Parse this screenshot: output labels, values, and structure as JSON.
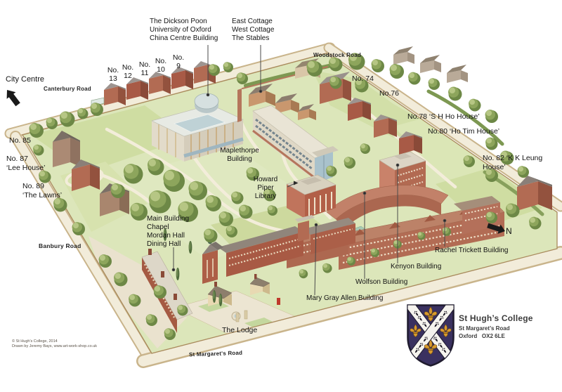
{
  "compass": {
    "city_centre_label": "City Centre",
    "north_label": "N"
  },
  "roads": {
    "canterbury": "Canterbury Road",
    "woodstock": "Woodstock Road",
    "banbury": "Banbury Road",
    "st_margarets": "St Margaret's Road"
  },
  "buildings": {
    "china_centre": "The Dickson Poon\nUniversity of Oxford\nChina Centre Building",
    "cottages": "East Cottage\nWest Cottage\nThe Stables",
    "maplethorpe": "Maplethorpe\nBuilding",
    "howard_piper": "Howard Piper\nLibrary",
    "main_building": "Main Building\nChapel\nMordan Hall\nDining Hall",
    "rachel_trickett": "Rachel Trickett Building",
    "kenyon": "Kenyon Building",
    "wolfson": "Wolfson Building",
    "mary_gray_allen": "Mary Gray Allen Building",
    "lodge": "The Lodge"
  },
  "houses_north": [
    {
      "text": "No.\n13"
    },
    {
      "text": "No.\n12"
    },
    {
      "text": "No.\n11"
    },
    {
      "text": "No.\n10"
    },
    {
      "text": "No.\n9"
    }
  ],
  "houses_woodstock": [
    {
      "text": "No. 74"
    },
    {
      "text": "No.76"
    },
    {
      "text": "No.78 ‘S H Ho House’"
    },
    {
      "text": "No.80 ‘Ho Tim House’"
    },
    {
      "text": "No. 82 ‘K K Leung House’"
    }
  ],
  "houses_banbury": [
    {
      "text": "No. 85"
    },
    {
      "text": "No. 87\n‘Lee House’"
    },
    {
      "text": "No. 89\n‘The Lawns’"
    }
  ],
  "crest": {
    "college": "St Hugh’s College",
    "address_line1": "St Margaret’s Road",
    "address_line2": "Oxford   OX2 6LE"
  },
  "credits": {
    "line1": "© St Hugh's College, 2014",
    "line2": "Drawn by Jeremy Bays, www.art-work-shop.co.uk"
  },
  "colors": {
    "crest_navy": "#3a3160",
    "crest_gold": "#d89a2e",
    "grass": "#dce6ba",
    "brick": "#b26b53",
    "road_fill": "#f2ecda"
  }
}
